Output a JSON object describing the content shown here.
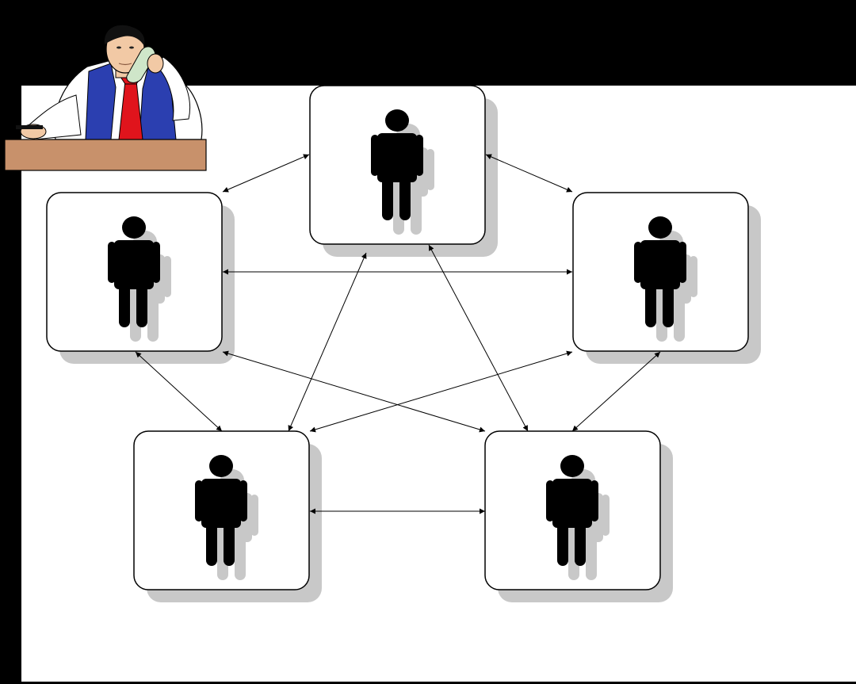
{
  "diagram": {
    "type": "mesh-network",
    "colors": {
      "background": "#000000",
      "panel": "#ffffff",
      "node_fill": "#ffffff",
      "node_border": "#000000",
      "node_shadow": "#c8c8c8",
      "person": "#000000",
      "person_shadow": "#c8c8c8",
      "arrow": "#000000",
      "desk": "#c8916b",
      "vest": "#2b3fb0",
      "tie": "#e0141c",
      "skin": "#f2c9a5",
      "shirt": "#ffffff"
    },
    "nodes": [
      {
        "id": "person-top",
        "icon": "person-icon"
      },
      {
        "id": "person-left",
        "icon": "person-icon"
      },
      {
        "id": "person-right",
        "icon": "person-icon"
      },
      {
        "id": "person-bottom-left",
        "icon": "person-icon"
      },
      {
        "id": "person-bottom-right",
        "icon": "person-icon"
      }
    ],
    "connections": [
      {
        "from": "person-top",
        "to": "person-left",
        "direction": "both"
      },
      {
        "from": "person-top",
        "to": "person-right",
        "direction": "both"
      },
      {
        "from": "person-top",
        "to": "person-bottom-left",
        "direction": "both"
      },
      {
        "from": "person-top",
        "to": "person-bottom-right",
        "direction": "both"
      },
      {
        "from": "person-left",
        "to": "person-right",
        "direction": "both"
      },
      {
        "from": "person-left",
        "to": "person-bottom-left",
        "direction": "both"
      },
      {
        "from": "person-left",
        "to": "person-bottom-right",
        "direction": "both"
      },
      {
        "from": "person-right",
        "to": "person-bottom-left",
        "direction": "both"
      },
      {
        "from": "person-right",
        "to": "person-bottom-right",
        "direction": "both"
      },
      {
        "from": "person-bottom-left",
        "to": "person-bottom-right",
        "direction": "both"
      }
    ],
    "clipart": {
      "name": "man-on-phone-icon"
    }
  }
}
